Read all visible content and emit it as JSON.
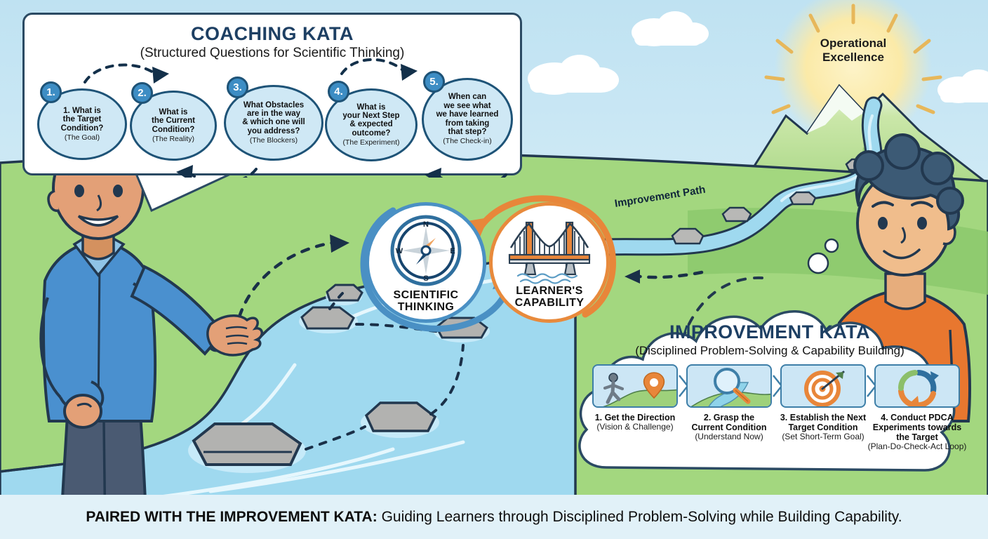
{
  "scene": {
    "sun_label": "Operational\nExcellence",
    "sun_label_line1": "Operational",
    "sun_label_line2": "Excellence",
    "improvement_path_label": "Improvement Path",
    "colors": {
      "sky": "#bfe2f2",
      "grass": "#a3d77f",
      "grass_dark": "#8cc96c",
      "river": "#9fd9ef",
      "river_light": "#bde8f7",
      "stone": "#b0b0ae",
      "outline": "#22384f",
      "accent_blue": "#3d8dc4",
      "accent_orange": "#e8863a",
      "panel_title": "#1d3f63",
      "footer_bg": "#e1f1f8"
    }
  },
  "coaching_kata": {
    "title": "COACHING KATA",
    "subtitle": "(Structured Questions for Scientific Thinking)",
    "questions": [
      {
        "badge": "1.",
        "text": "1. What is\nthe Target\nCondition?",
        "hint": "(The Goal)"
      },
      {
        "badge": "2.",
        "text": "What is\nthe Current\nCondition?",
        "hint": "(The Reality)"
      },
      {
        "badge": "3.",
        "text": "What Obstacles\nare in the way\n& which one will\nyou address?",
        "hint": "(The Blockers)"
      },
      {
        "badge": "4.",
        "text": "What is\nyour Next Step\n& expected\noutcome?",
        "hint": "(The Experiment)"
      },
      {
        "badge": "5.",
        "text": "When can\nwe see what\nwe have learned\nfrom taking\nthat step?",
        "hint": "(The Check-in)"
      }
    ]
  },
  "center_circles": [
    {
      "label": "SCIENTIFIC\nTHINKING",
      "line1": "SCIENTIFIC",
      "line2": "THINKING",
      "icon": "compass-icon",
      "compass_points": [
        "N",
        "E",
        "S",
        "W"
      ],
      "ring_color": "#4a90c4"
    },
    {
      "label": "LEARNER'S\nCAPABILITY",
      "line1": "LEARNER'S",
      "line2": "CAPABILITY",
      "icon": "bridge-icon",
      "ring_color": "#e88a3c"
    }
  ],
  "improvement_kata": {
    "title": "IMPROVEMENT KATA",
    "subtitle": "(Disciplined Problem-Solving & Capability Building)",
    "steps": [
      {
        "icon": "walking-person-map-pin-icon",
        "title": "1. Get the Direction",
        "sub": "(Vision & Challenge)"
      },
      {
        "icon": "magnifier-landscape-icon",
        "title": "2. Grasp the\nCurrent Condition",
        "sub": "(Understand Now)"
      },
      {
        "icon": "target-arrow-icon",
        "title": "3. Establish the Next\nTarget Condition",
        "sub": "(Set Short-Term Goal)"
      },
      {
        "icon": "pdca-cycle-icon",
        "title": "4. Conduct PDCA\nExperiments towards\nthe Target",
        "sub": "(Plan-Do-Check-Act Loop)"
      }
    ]
  },
  "footer": {
    "lead": "PAIRED WITH THE IMPROVEMENT KATA:",
    "rest": " Guiding Learners through Disciplined Problem-Solving while Building Capability."
  }
}
